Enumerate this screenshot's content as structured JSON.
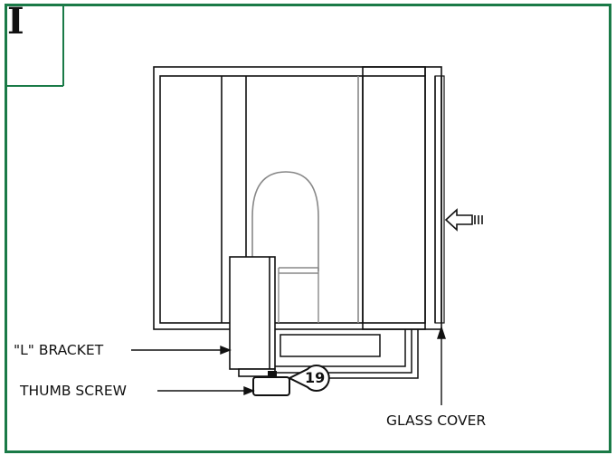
{
  "step": {
    "letter": "I"
  },
  "labels": {
    "l_bracket": "\"L\" BRACKET",
    "thumb_screw": "THUMB SCREW",
    "glass_cover": "GLASS COVER"
  },
  "callout": {
    "number": "19"
  },
  "colors": {
    "frame": "#1a7a47",
    "line": "#111111",
    "gray": "#888888"
  }
}
